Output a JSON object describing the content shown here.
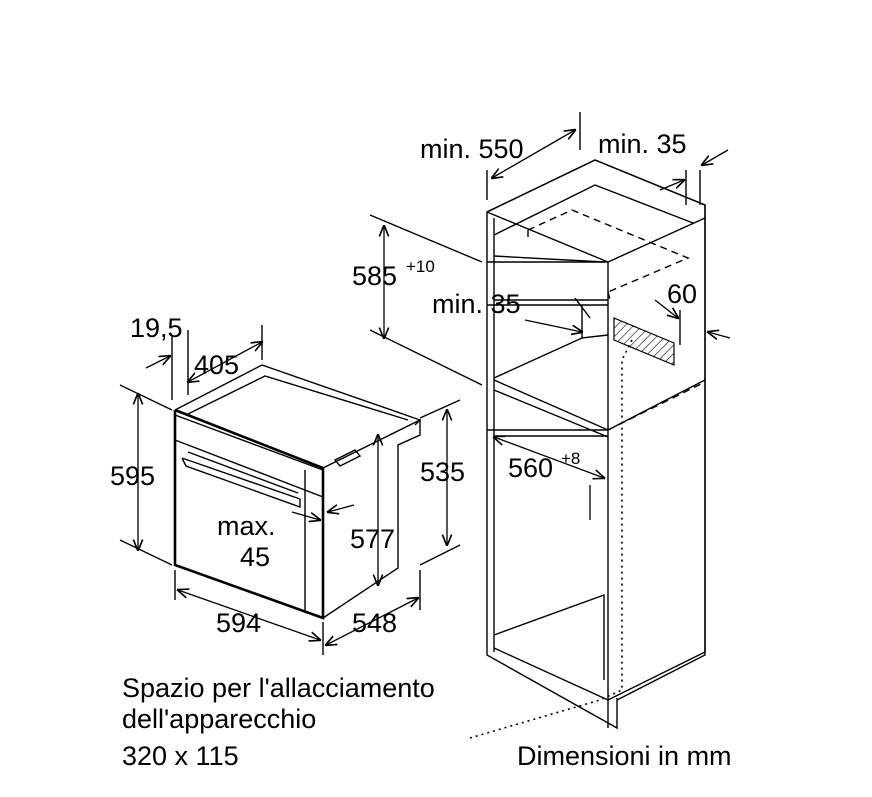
{
  "labels": {
    "niche_depth": "min. 550",
    "side_gap": "min. 35",
    "niche_height": "585",
    "niche_height_tol": "+10",
    "rear_gap": "min. 35",
    "back_gap": "60",
    "door_offset": "19,5",
    "oven_depth_top": "405",
    "oven_height": "595",
    "inner_height": "535",
    "panel_height": "577",
    "max_label": "max.",
    "max_value": "45",
    "oven_width": "594",
    "oven_depth": "548",
    "niche_width": "560",
    "niche_width_tol": "+8",
    "connection_line1": "Spazio per l'allacciamento",
    "connection_line2": "dell'apparecchio",
    "connection_line3": "320 x 115",
    "units": "Dimensioni in mm"
  }
}
